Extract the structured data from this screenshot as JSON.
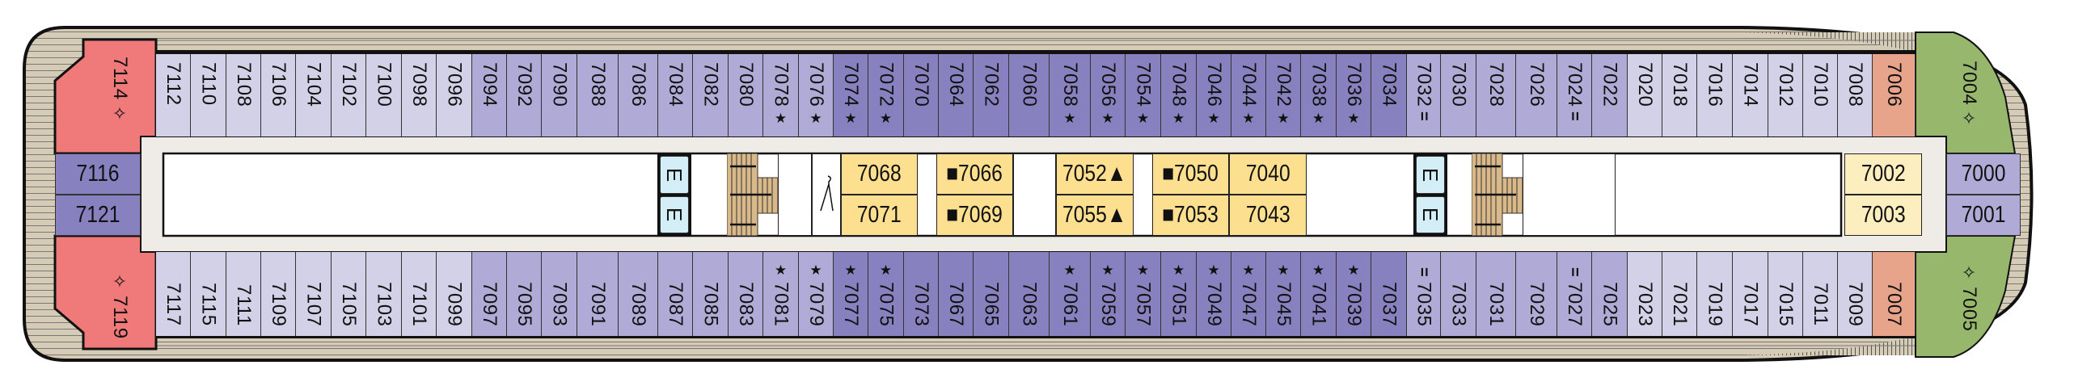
{
  "colors": {
    "light": "#d3d1e8",
    "medium": "#b0abd6",
    "dark": "#8782bf",
    "suite_red": "#f07a7a",
    "suite_salmon": "#e8a48a",
    "suite_green": "#97b86c",
    "inside_yellow": "#fde08f",
    "inside_pale": "#fdeebf",
    "elevator": "#d4eef8",
    "deck": "#d6cbb5",
    "corridor": "#efebe7"
  },
  "top_cabins": [
    {
      "label": "7112",
      "marker": "",
      "cat": "light"
    },
    {
      "label": "7110",
      "marker": "",
      "cat": "light"
    },
    {
      "label": "7108",
      "marker": "",
      "cat": "light"
    },
    {
      "label": "7106",
      "marker": "",
      "cat": "light"
    },
    {
      "label": "7104",
      "marker": "",
      "cat": "light"
    },
    {
      "label": "7102",
      "marker": "",
      "cat": "light"
    },
    {
      "label": "7100",
      "marker": "",
      "cat": "light"
    },
    {
      "label": "7098",
      "marker": "",
      "cat": "light"
    },
    {
      "label": "7096",
      "marker": "",
      "cat": "light"
    },
    {
      "label": "7094",
      "marker": "",
      "cat": "medium"
    },
    {
      "label": "7092",
      "marker": "",
      "cat": "medium"
    },
    {
      "label": "7090",
      "marker": "",
      "cat": "medium"
    },
    {
      "label": "7088",
      "marker": "",
      "cat": "medium"
    },
    {
      "label": "7086",
      "marker": "",
      "cat": "medium"
    },
    {
      "label": "7084",
      "marker": "",
      "cat": "medium"
    },
    {
      "label": "7082",
      "marker": "",
      "cat": "medium"
    },
    {
      "label": "7080",
      "marker": "",
      "cat": "medium"
    },
    {
      "label": "7078",
      "marker": "★",
      "cat": "medium"
    },
    {
      "label": "7076",
      "marker": "★",
      "cat": "medium"
    },
    {
      "label": "7074",
      "marker": "★",
      "cat": "dark"
    },
    {
      "label": "7072",
      "marker": "★",
      "cat": "dark"
    },
    {
      "label": "7070",
      "marker": "",
      "cat": "dark"
    },
    {
      "label": "7064",
      "marker": "",
      "cat": "dark"
    },
    {
      "label": "7062",
      "marker": "",
      "cat": "dark"
    },
    {
      "label": "7060",
      "marker": "",
      "cat": "dark"
    },
    {
      "label": "7058",
      "marker": "★",
      "cat": "dark"
    },
    {
      "label": "7056",
      "marker": "★",
      "cat": "dark"
    },
    {
      "label": "7054",
      "marker": "★",
      "cat": "dark"
    },
    {
      "label": "7048",
      "marker": "★",
      "cat": "dark"
    },
    {
      "label": "7046",
      "marker": "★",
      "cat": "dark"
    },
    {
      "label": "7044",
      "marker": "★",
      "cat": "dark"
    },
    {
      "label": "7042",
      "marker": "★",
      "cat": "dark"
    },
    {
      "label": "7038",
      "marker": "★",
      "cat": "dark"
    },
    {
      "label": "7036",
      "marker": "★",
      "cat": "dark"
    },
    {
      "label": "7034",
      "marker": "",
      "cat": "dark"
    },
    {
      "label": "7032",
      "marker": "=",
      "cat": "medium"
    },
    {
      "label": "7030",
      "marker": "",
      "cat": "medium"
    },
    {
      "label": "7028",
      "marker": "",
      "cat": "medium"
    },
    {
      "label": "7026",
      "marker": "",
      "cat": "medium"
    },
    {
      "label": "7024",
      "marker": "=",
      "cat": "medium"
    },
    {
      "label": "7022",
      "marker": "",
      "cat": "medium"
    },
    {
      "label": "7020",
      "marker": "",
      "cat": "light"
    },
    {
      "label": "7018",
      "marker": "",
      "cat": "light"
    },
    {
      "label": "7016",
      "marker": "",
      "cat": "light"
    },
    {
      "label": "7014",
      "marker": "",
      "cat": "light"
    },
    {
      "label": "7012",
      "marker": "",
      "cat": "light"
    },
    {
      "label": "7010",
      "marker": "",
      "cat": "light"
    },
    {
      "label": "7008",
      "marker": "",
      "cat": "light"
    },
    {
      "label": "7006",
      "marker": "",
      "cat": "suite_salmon"
    }
  ],
  "bottom_cabins": [
    {
      "label": "7117",
      "marker": "",
      "cat": "light"
    },
    {
      "label": "7115",
      "marker": "",
      "cat": "light"
    },
    {
      "label": "7111",
      "marker": "",
      "cat": "light"
    },
    {
      "label": "7109",
      "marker": "",
      "cat": "light"
    },
    {
      "label": "7107",
      "marker": "",
      "cat": "light"
    },
    {
      "label": "7105",
      "marker": "",
      "cat": "light"
    },
    {
      "label": "7103",
      "marker": "",
      "cat": "light"
    },
    {
      "label": "7101",
      "marker": "",
      "cat": "light"
    },
    {
      "label": "7099",
      "marker": "",
      "cat": "light"
    },
    {
      "label": "7097",
      "marker": "",
      "cat": "medium"
    },
    {
      "label": "7095",
      "marker": "",
      "cat": "medium"
    },
    {
      "label": "7093",
      "marker": "",
      "cat": "medium"
    },
    {
      "label": "7091",
      "marker": "",
      "cat": "medium"
    },
    {
      "label": "7089",
      "marker": "",
      "cat": "medium"
    },
    {
      "label": "7087",
      "marker": "",
      "cat": "medium"
    },
    {
      "label": "7085",
      "marker": "",
      "cat": "medium"
    },
    {
      "label": "7083",
      "marker": "",
      "cat": "medium"
    },
    {
      "label": "7081",
      "marker": "★",
      "cat": "medium"
    },
    {
      "label": "7079",
      "marker": "★",
      "cat": "medium"
    },
    {
      "label": "7077",
      "marker": "★",
      "cat": "dark"
    },
    {
      "label": "7075",
      "marker": "★",
      "cat": "dark"
    },
    {
      "label": "7073",
      "marker": "",
      "cat": "dark"
    },
    {
      "label": "7067",
      "marker": "",
      "cat": "dark"
    },
    {
      "label": "7065",
      "marker": "",
      "cat": "dark"
    },
    {
      "label": "7063",
      "marker": "",
      "cat": "dark"
    },
    {
      "label": "7061",
      "marker": "★",
      "cat": "dark"
    },
    {
      "label": "7059",
      "marker": "★",
      "cat": "dark"
    },
    {
      "label": "7057",
      "marker": "★",
      "cat": "dark"
    },
    {
      "label": "7051",
      "marker": "★",
      "cat": "dark"
    },
    {
      "label": "7049",
      "marker": "★",
      "cat": "dark"
    },
    {
      "label": "7047",
      "marker": "★",
      "cat": "dark"
    },
    {
      "label": "7045",
      "marker": "★",
      "cat": "dark"
    },
    {
      "label": "7041",
      "marker": "★",
      "cat": "dark"
    },
    {
      "label": "7039",
      "marker": "★",
      "cat": "dark"
    },
    {
      "label": "7037",
      "marker": "",
      "cat": "dark"
    },
    {
      "label": "7035",
      "marker": "=",
      "cat": "medium"
    },
    {
      "label": "7033",
      "marker": "",
      "cat": "medium"
    },
    {
      "label": "7031",
      "marker": "",
      "cat": "medium"
    },
    {
      "label": "7029",
      "marker": "",
      "cat": "medium"
    },
    {
      "label": "7027",
      "marker": "=",
      "cat": "medium"
    },
    {
      "label": "7025",
      "marker": "",
      "cat": "medium"
    },
    {
      "label": "7023",
      "marker": "",
      "cat": "light"
    },
    {
      "label": "7021",
      "marker": "",
      "cat": "light"
    },
    {
      "label": "7019",
      "marker": "",
      "cat": "light"
    },
    {
      "label": "7017",
      "marker": "",
      "cat": "light"
    },
    {
      "label": "7015",
      "marker": "",
      "cat": "light"
    },
    {
      "label": "7011",
      "marker": "",
      "cat": "light"
    },
    {
      "label": "7009",
      "marker": "",
      "cat": "light"
    },
    {
      "label": "7007",
      "marker": "",
      "cat": "suite_salmon"
    }
  ],
  "aft_suites": {
    "top": "7114",
    "top_marker": "✧",
    "bottom": "7119",
    "bottom_marker": "✧",
    "mid_top": "7116",
    "mid_bottom": "7121"
  },
  "fwd_suites": {
    "top": "7004",
    "top_marker": "✧",
    "bottom": "7005",
    "bottom_marker": "✧",
    "mid_top": "7000",
    "mid_bottom": "7001"
  },
  "inside_cabins": [
    {
      "label": "7068",
      "prefix": "",
      "suffix": ""
    },
    {
      "label": "7071",
      "prefix": "",
      "suffix": ""
    },
    {
      "label": "7066",
      "prefix": "■",
      "suffix": ""
    },
    {
      "label": "7069",
      "prefix": "■",
      "suffix": ""
    },
    {
      "label": "7052",
      "prefix": "",
      "suffix": "▲"
    },
    {
      "label": "7055",
      "prefix": "",
      "suffix": "▲"
    },
    {
      "label": "7050",
      "prefix": "■ ",
      "suffix": ""
    },
    {
      "label": "7053",
      "prefix": "■ ",
      "suffix": ""
    },
    {
      "label": "7040",
      "prefix": "",
      "suffix": ""
    },
    {
      "label": "7043",
      "prefix": "",
      "suffix": ""
    },
    {
      "label": "7002",
      "prefix": "",
      "suffix": ""
    },
    {
      "label": "7003",
      "prefix": "",
      "suffix": ""
    }
  ],
  "elevator_label": "E",
  "icons": {
    "stairs": "stairs-icon",
    "laundry": "hanger-icon",
    "connecting": "connecting-door-icon",
    "accessible": "star-icon"
  }
}
